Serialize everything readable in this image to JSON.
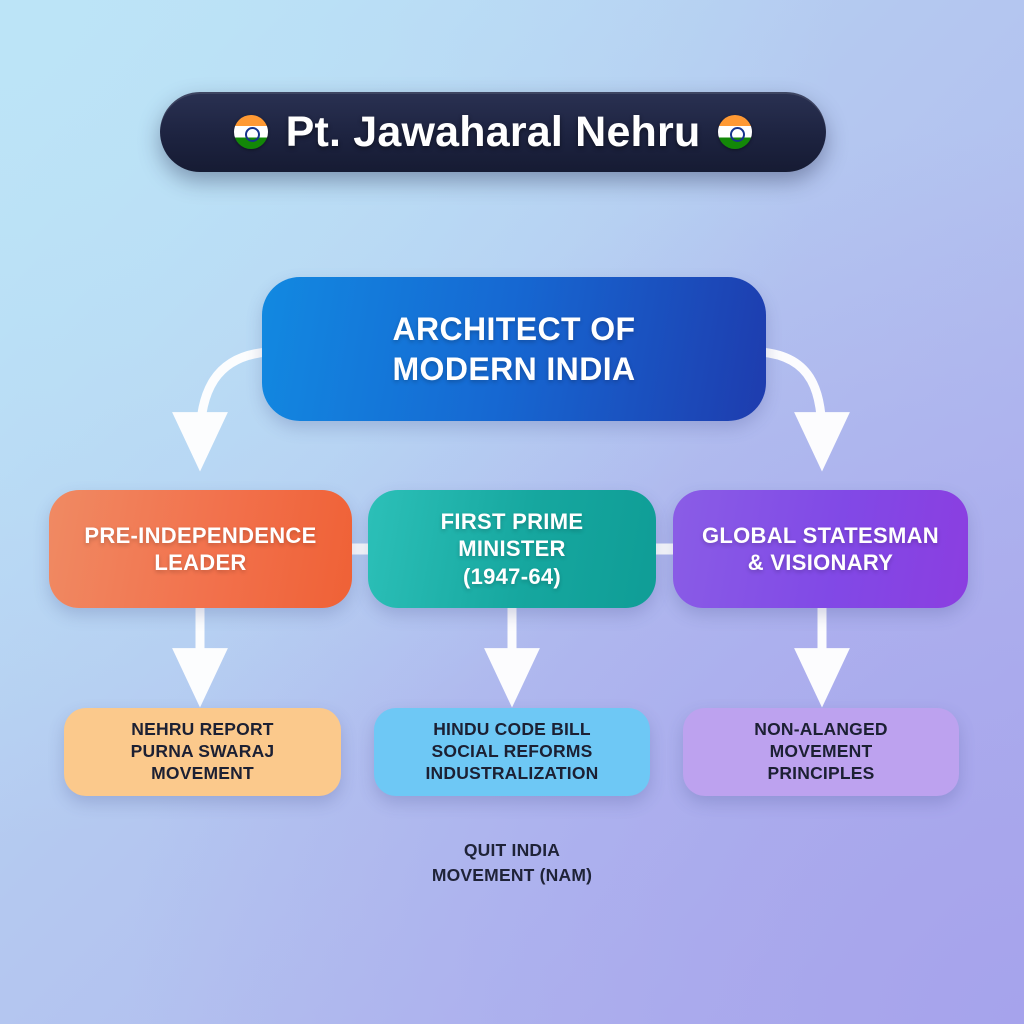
{
  "header": {
    "title": "Pt. Jawaharal Nehru",
    "flag_left_icon": "india-flag-icon",
    "flag_right_icon": "india-flag-icon",
    "pill_color": "#1d2340",
    "title_color": "#ffffff"
  },
  "diagram": {
    "root": {
      "label": "ARCHITECT OF\nMODERN INDIA",
      "color_start": "#1289e1",
      "color_end": "#1e3cae",
      "text_color": "#ffffff"
    },
    "branches": [
      {
        "label": "PRE-INDEPENDENCE\nLEADER",
        "color_start": "#f08a63",
        "color_end": "#ef6136",
        "text_color": "#ffffff",
        "detail": {
          "label": "NEHRU REPORT\nPURNA SWARAJ\nMOVEMENT",
          "color": "#fbc98c",
          "text_color": "#1c2033"
        }
      },
      {
        "label": "FIRST PRIME\nMINISTER\n(1947-64)",
        "color_start": "#2cc0b8",
        "color_end": "#0f9d96",
        "text_color": "#ffffff",
        "detail": {
          "label": "HINDU CODE BILL\nSOCIAL REFORMS\nINDUSTRALIZATION",
          "color": "#6ec8f5",
          "text_color": "#1c2033"
        }
      },
      {
        "label": "GLOBAL STATESMAN\n& VISIONARY",
        "color_start": "#8a5de6",
        "color_end": "#8b3ee0",
        "text_color": "#ffffff",
        "detail": {
          "label": "NON-ALANGED\nMOVEMENT\nPRINCIPLES",
          "color": "#bda2ef",
          "text_color": "#1c2033"
        }
      }
    ],
    "caption": "QUIT INDIA\nMOVEMENT (NAM)",
    "connector_color": "#ffffff"
  },
  "background": {
    "top_left": "#bce4f7",
    "top_right": "#b3c6ef",
    "bottom_left": "#b2c4ee",
    "bottom_right": "#a6a3ec"
  }
}
